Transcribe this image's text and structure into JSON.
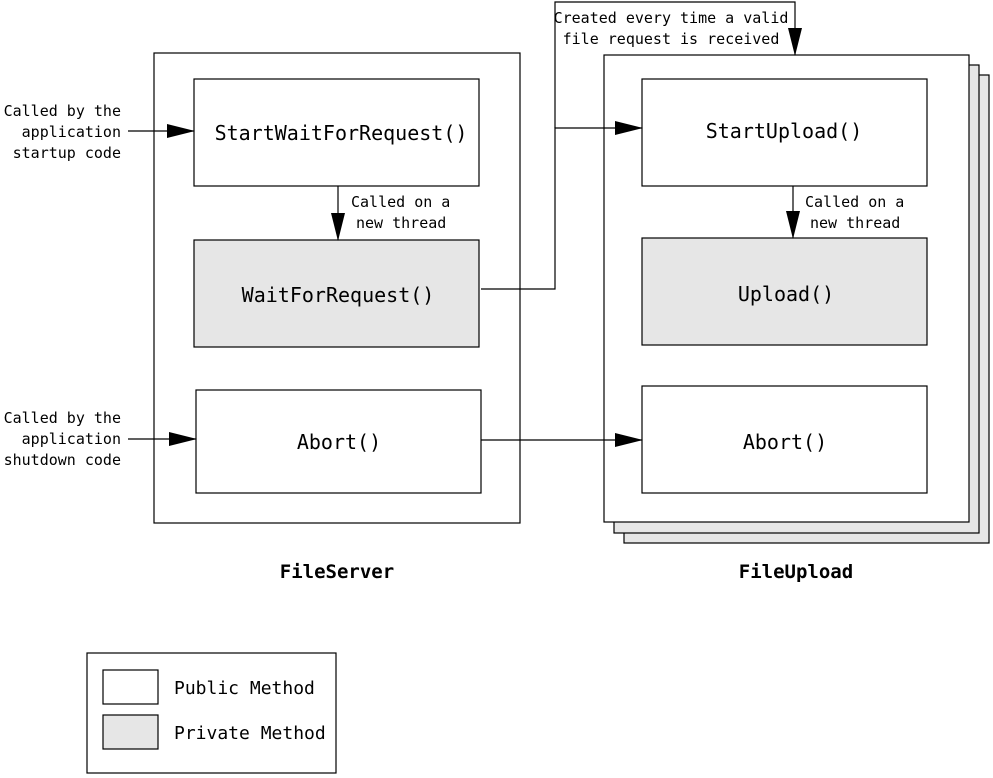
{
  "colors": {
    "public_fill": "#ffffff",
    "private_fill": "#e6e6e6",
    "stroke": "#000000"
  },
  "notes": {
    "startup": [
      "Called by the",
      "application",
      "startup code"
    ],
    "shutdown": [
      "Called by the",
      "application",
      "shutdown code"
    ],
    "created": [
      "Created every time a valid",
      "file request is received"
    ],
    "server_new_thread": [
      "Called on a",
      "new thread"
    ],
    "upload_new_thread": [
      "Called on a",
      "new thread"
    ]
  },
  "file_server": {
    "title": "FileServer",
    "methods": {
      "start_wait": {
        "label": "StartWaitForRequest()",
        "kind": "public"
      },
      "wait": {
        "label": "WaitForRequest()",
        "kind": "private"
      },
      "abort": {
        "label": "Abort()",
        "kind": "public"
      }
    }
  },
  "file_upload": {
    "title": "FileUpload",
    "methods": {
      "start_upload": {
        "label": "StartUpload()",
        "kind": "public"
      },
      "upload": {
        "label": "Upload()",
        "kind": "private"
      },
      "abort": {
        "label": "Abort()",
        "kind": "public"
      }
    }
  },
  "legend": {
    "public": "Public Method",
    "private": "Private Method"
  }
}
